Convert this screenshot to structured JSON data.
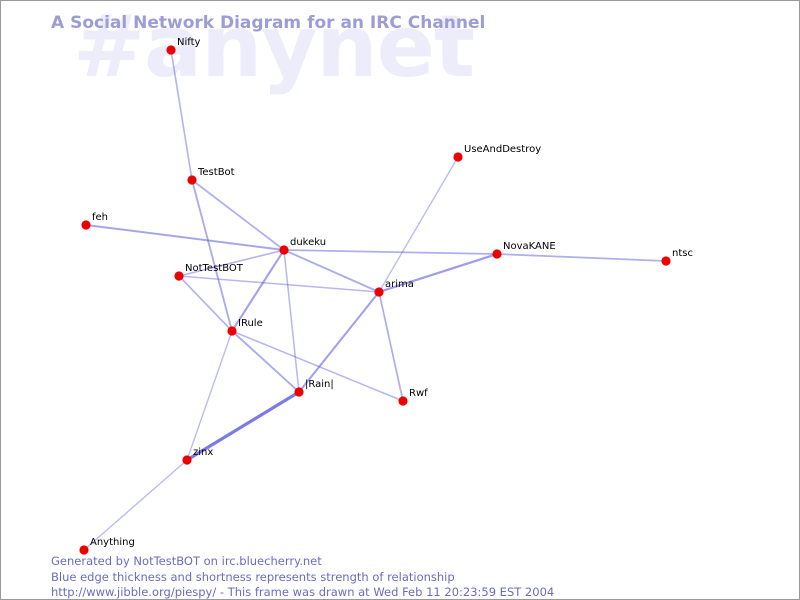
{
  "watermark": "#anynet",
  "title": "A Social Network Diagram for an IRC Channel",
  "footer": {
    "line1": "Generated by NotTestBOT on irc.bluecherry.net",
    "line2": "Blue edge thickness and shortness represents strength of relationship",
    "line3": "http://www.jibble.org/piespy/ - This frame was drawn at Wed Feb 11 20:23:59 EST 2004"
  },
  "colors": {
    "node": "#ee0000",
    "edge": "#6060e0",
    "text": "#000000"
  },
  "nodes": [
    {
      "id": "Nifty",
      "label": "Nifty"
    },
    {
      "id": "TestBot",
      "label": "TestBot"
    },
    {
      "id": "UseAndDestroy",
      "label": "UseAndDestroy"
    },
    {
      "id": "feh",
      "label": "feh"
    },
    {
      "id": "dukeku",
      "label": "dukeku"
    },
    {
      "id": "NovaKANE",
      "label": "NovaKANE"
    },
    {
      "id": "ntsc",
      "label": "ntsc"
    },
    {
      "id": "NotTestBOT",
      "label": "NotTestBOT"
    },
    {
      "id": "arima",
      "label": "arima"
    },
    {
      "id": "IRule",
      "label": "IRule"
    },
    {
      "id": "Rain",
      "label": "|Rain|"
    },
    {
      "id": "Rwf",
      "label": "Rwf"
    },
    {
      "id": "zinx",
      "label": "zinx"
    },
    {
      "id": "Anything",
      "label": "Anything"
    }
  ],
  "edges": [
    {
      "from": "Nifty",
      "to": "TestBot",
      "strength": 0.35
    },
    {
      "from": "TestBot",
      "to": "dukeku",
      "strength": 0.4
    },
    {
      "from": "TestBot",
      "to": "IRule",
      "strength": 0.45
    },
    {
      "from": "feh",
      "to": "dukeku",
      "strength": 0.5
    },
    {
      "from": "dukeku",
      "to": "NovaKANE",
      "strength": 0.4
    },
    {
      "from": "dukeku",
      "to": "arima",
      "strength": 0.45
    },
    {
      "from": "dukeku",
      "to": "NotTestBOT",
      "strength": 0.35
    },
    {
      "from": "dukeku",
      "to": "IRule",
      "strength": 0.55
    },
    {
      "from": "dukeku",
      "to": "Rain",
      "strength": 0.3
    },
    {
      "from": "NovaKANE",
      "to": "ntsc",
      "strength": 0.4
    },
    {
      "from": "NovaKANE",
      "to": "arima",
      "strength": 0.6
    },
    {
      "from": "UseAndDestroy",
      "to": "arima",
      "strength": 0.25
    },
    {
      "from": "NotTestBOT",
      "to": "arima",
      "strength": 0.3
    },
    {
      "from": "NotTestBOT",
      "to": "IRule",
      "strength": 0.35
    },
    {
      "from": "arima",
      "to": "Rain",
      "strength": 0.55
    },
    {
      "from": "arima",
      "to": "Rwf",
      "strength": 0.4
    },
    {
      "from": "IRule",
      "to": "Rain",
      "strength": 0.45
    },
    {
      "from": "IRule",
      "to": "Rwf",
      "strength": 0.3
    },
    {
      "from": "IRule",
      "to": "zinx",
      "strength": 0.25
    },
    {
      "from": "Rain",
      "to": "zinx",
      "strength": 1.0
    },
    {
      "from": "zinx",
      "to": "Anything",
      "strength": 0.25
    }
  ]
}
